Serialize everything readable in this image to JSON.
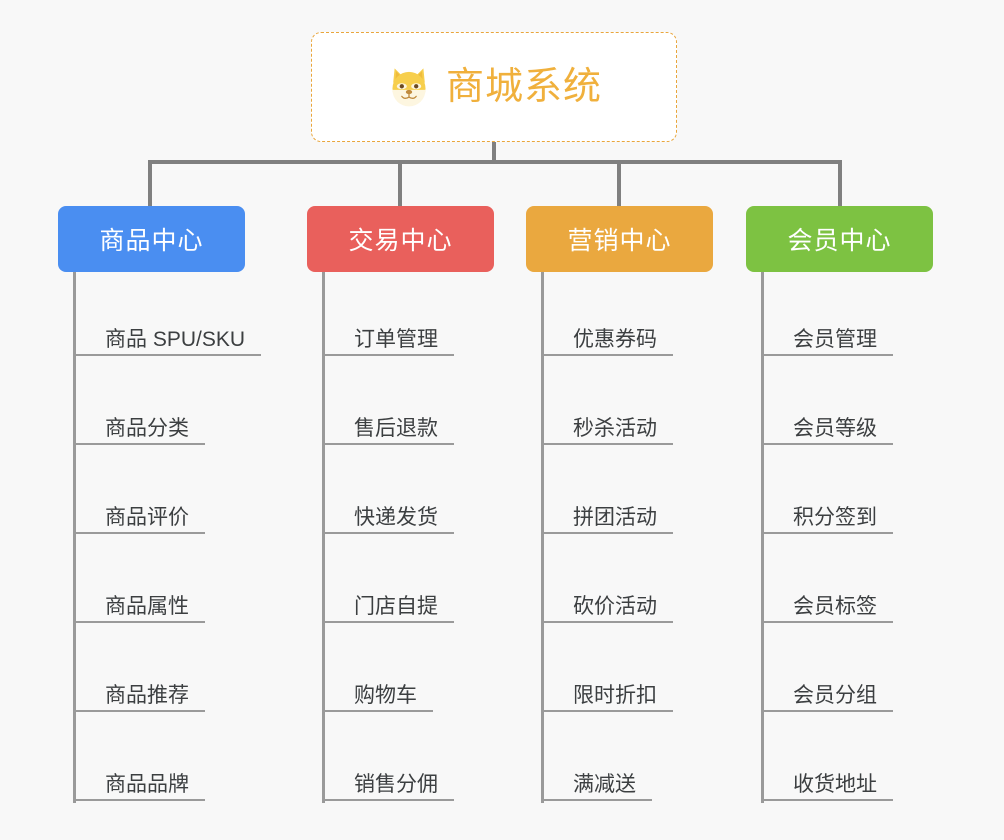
{
  "diagram": {
    "type": "mindmap",
    "background_color": "#f8f8f8",
    "root": {
      "title": "商城系统",
      "icon": "shiba-dog-face-emoji",
      "text_color": "#f0b03c",
      "border_color": "#e9a63c",
      "border_style": "dashed"
    },
    "connector_color": "#808080",
    "branches": [
      {
        "label": "商品中心",
        "color": "#4a8ef1",
        "items": [
          "商品 SPU/SKU",
          "商品分类",
          "商品评价",
          "商品属性",
          "商品推荐",
          "商品品牌"
        ]
      },
      {
        "label": "交易中心",
        "color": "#e9605c",
        "items": [
          "订单管理",
          "售后退款",
          "快递发货",
          "门店自提",
          "购物车",
          "销售分佣"
        ]
      },
      {
        "label": "营销中心",
        "color": "#eaa83f",
        "items": [
          "优惠券码",
          "秒杀活动",
          "拼团活动",
          "砍价活动",
          "限时折扣",
          "满减送"
        ]
      },
      {
        "label": "会员中心",
        "color": "#7dc242",
        "items": [
          "会员管理",
          "会员等级",
          "积分签到",
          "会员标签",
          "会员分组",
          "收货地址"
        ]
      }
    ]
  }
}
